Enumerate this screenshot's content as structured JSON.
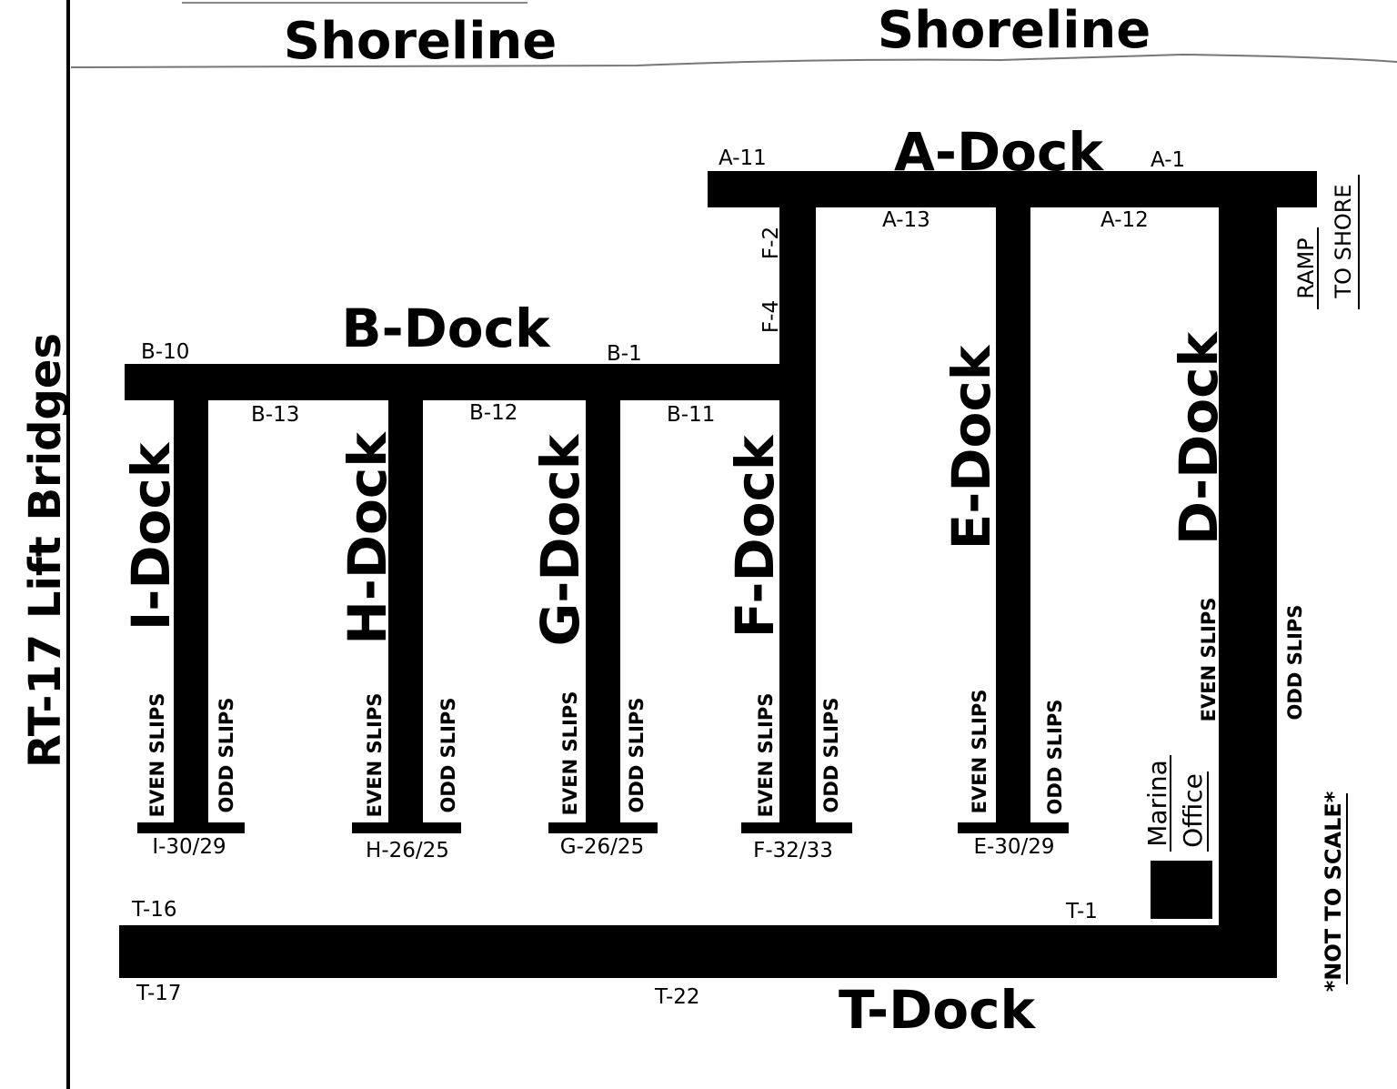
{
  "shoreline_left": "Shoreline",
  "shoreline_right": "Shoreline",
  "lift_bridges": "RT-17 Lift Bridges",
  "not_to_scale": "*NOT TO SCALE*",
  "ramp": {
    "line1": "RAMP",
    "line2": "TO SHORE"
  },
  "office": {
    "line1": "Marina",
    "line2": "Office"
  },
  "docks": {
    "a": "A-Dock",
    "b": "B-Dock",
    "d": "D-Dock",
    "e": "E-Dock",
    "f": "F-Dock",
    "g": "G-Dock",
    "h": "H-Dock",
    "i": "I-Dock",
    "t": "T-Dock"
  },
  "slips": {
    "even": "EVEN SLIPS",
    "odd": "ODD SLIPS"
  },
  "labels": {
    "a11": "A-11",
    "a1": "A-1",
    "a13": "A-13",
    "a12": "A-12",
    "f2": "F-2",
    "f4": "F-4",
    "b10": "B-10",
    "b1": "B-1",
    "b13": "B-13",
    "b12": "B-12",
    "b11": "B-11",
    "i_end": "I-30/29",
    "h_end": "H-26/25",
    "g_end": "G-26/25",
    "f_end": "F-32/33",
    "e_end": "E-30/29",
    "t16": "T-16",
    "t1": "T-1",
    "t17": "T-17",
    "t22": "T-22"
  }
}
